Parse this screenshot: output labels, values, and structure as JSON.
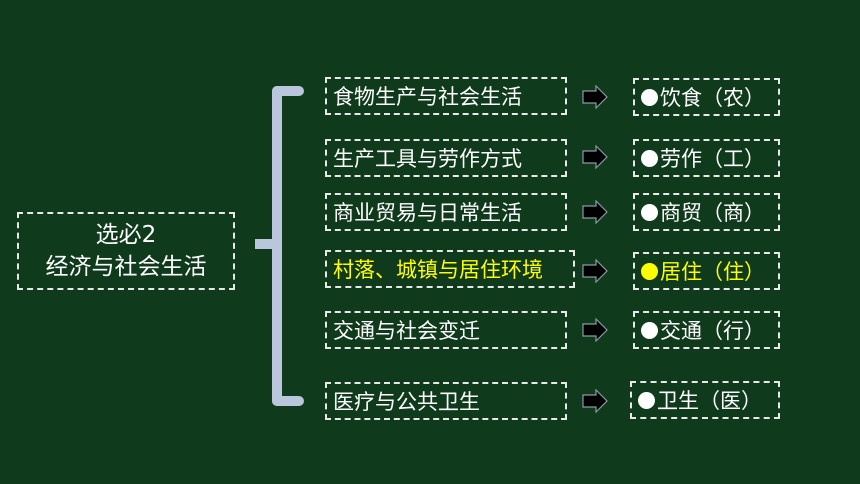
{
  "root": {
    "line1": "选必2",
    "line2": "经济与社会生活"
  },
  "rows": [
    {
      "topic": "食物生产与社会生活",
      "category": "饮食（农）",
      "highlight": false
    },
    {
      "topic": "生产工具与劳作方式",
      "category": "劳作（工）",
      "highlight": false
    },
    {
      "topic": "商业贸易与日常生活",
      "category": "商贸（商）",
      "highlight": false
    },
    {
      "topic": "村落、城镇与居住环境",
      "category": "居住（住）",
      "highlight": true
    },
    {
      "topic": "交通与社会变迁",
      "category": "交通（行）",
      "highlight": false
    },
    {
      "topic": "医疗与公共卫生",
      "category": "卫生（医）",
      "highlight": false
    }
  ],
  "colors": {
    "background": "#0f3a1c",
    "brace": "#b9c6dc",
    "highlight": "#ffff00",
    "text": "#ffffff",
    "arrow": "#000000"
  },
  "icons": {
    "bullet": "filled-circle",
    "connector": "right-arrow-icon"
  }
}
